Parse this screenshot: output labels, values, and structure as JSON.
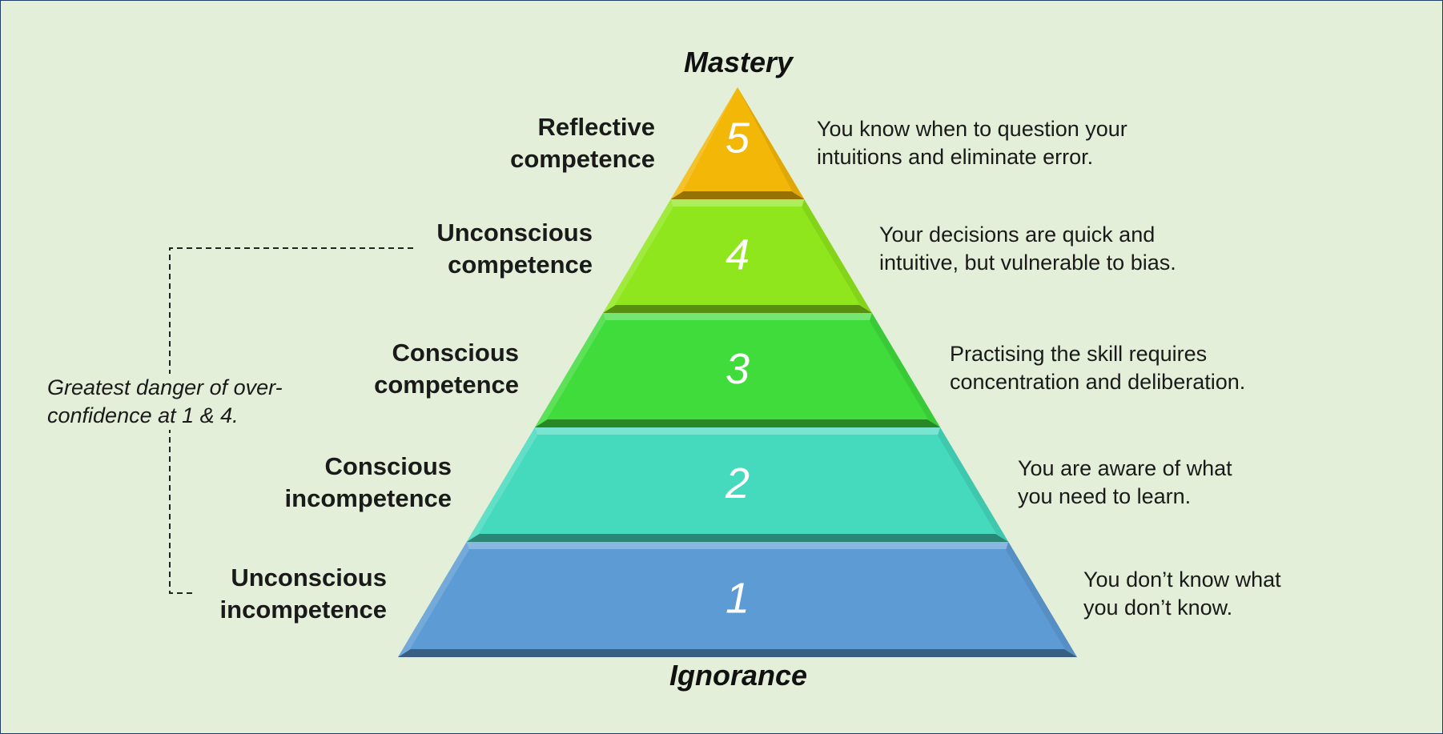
{
  "diagram": {
    "top_label": "Mastery",
    "bottom_label": "Ignorance",
    "levels": [
      {
        "number": "5",
        "name": [
          "Reflective",
          "competence"
        ],
        "description": [
          "You know when to question your",
          "intuitions and eliminate error."
        ],
        "color": "#f2b707"
      },
      {
        "number": "4",
        "name": [
          "Unconscious",
          "competence"
        ],
        "description": [
          "Your decisions are quick and",
          "intuitive, but vulnerable to bias."
        ],
        "color": "#8fe61c"
      },
      {
        "number": "3",
        "name": [
          "Conscious",
          "competence"
        ],
        "description": [
          "Practising the skill requires",
          "concentration and deliberation."
        ],
        "color": "#3fdc3c"
      },
      {
        "number": "2",
        "name": [
          "Conscious",
          "incompetence"
        ],
        "description": [
          "You are aware of what",
          "you need to learn."
        ],
        "color": "#45d9bd"
      },
      {
        "number": "1",
        "name": [
          "Unconscious",
          "incompetence"
        ],
        "description": [
          "You don’t know what",
          "you don’t know."
        ],
        "color": "#5c9bd4"
      }
    ],
    "note": [
      "Greatest danger of over-",
      "confidence at 1 & 4."
    ]
  }
}
